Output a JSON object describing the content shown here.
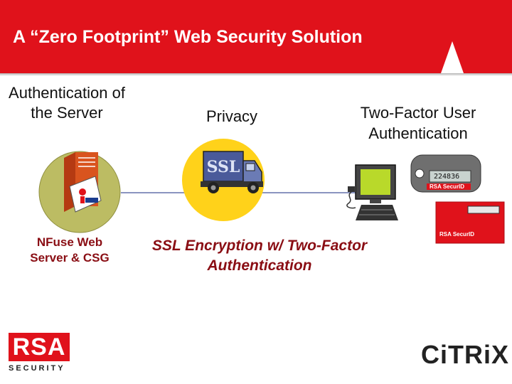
{
  "header": {
    "title": "A “Zero Footprint” Web Security Solution"
  },
  "columns": {
    "server_heading": "Authentication of the Server",
    "privacy_heading": "Privacy",
    "two_factor_heading": "Two-Factor User Authentication"
  },
  "labels": {
    "server_label": "NFuse Web Server & CSG",
    "ssl_label": "SSL Encryption w/ Two-Factor Authentication",
    "truck_text": "SSL"
  },
  "tokens": {
    "fob_brand": "RSA SecurID",
    "card_brand": "RSA SecurID",
    "fob_code": "224836"
  },
  "logos": {
    "rsa": "RSA",
    "rsa_sub": "SECURITY",
    "citrix": "CiTRiX"
  },
  "colors": {
    "brand_red": "#e0121b",
    "ssl_circle": "#ffd21a",
    "server_circle": "#bcbc63",
    "label_dark_red": "#8a0e14"
  }
}
